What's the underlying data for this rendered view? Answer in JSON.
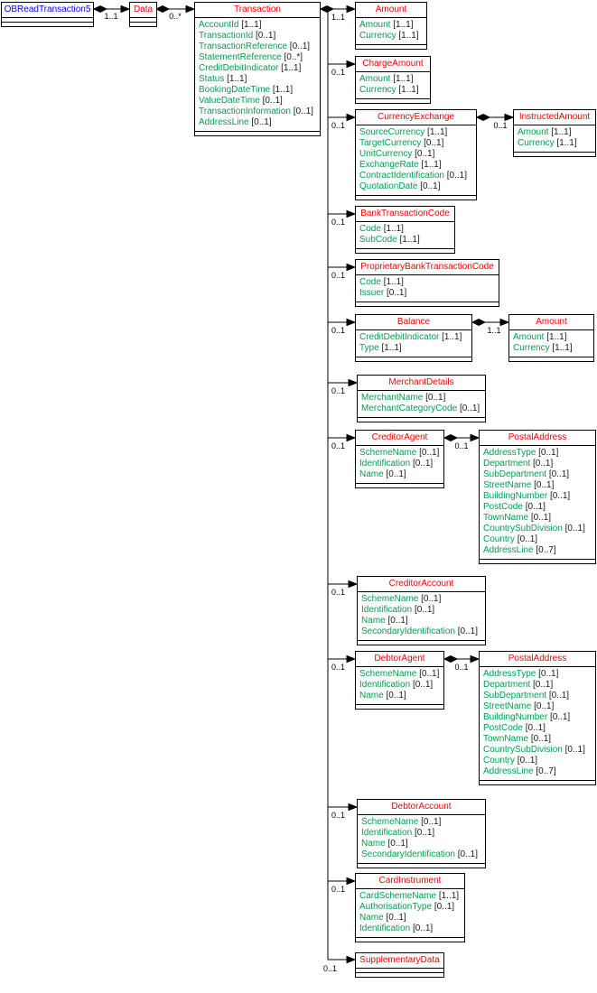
{
  "diagram": {
    "colors": {
      "class_name": "#ff0000",
      "root_class_name": "#0000ff",
      "attribute_name": "#00a050",
      "cardinality": "#000000",
      "line": "#000000",
      "background": "#ffffff"
    },
    "classes": [
      {
        "title": "OBReadTransaction5",
        "attributes": []
      },
      {
        "title": "Data",
        "attributes": []
      },
      {
        "title": "Transaction",
        "attributes": [
          {
            "name": "AccountId",
            "card": "[1..1]"
          },
          {
            "name": "TransactionId",
            "card": "[0..1]"
          },
          {
            "name": "TransactionReference",
            "card": "[0..1]"
          },
          {
            "name": "StatementReference",
            "card": "[0..*]"
          },
          {
            "name": "CreditDebitIndicator",
            "card": "[1..1]"
          },
          {
            "name": "Status",
            "card": "[1..1]"
          },
          {
            "name": "BookingDateTime",
            "card": "[1..1]"
          },
          {
            "name": "ValueDateTime",
            "card": "[0..1]"
          },
          {
            "name": "TransactionInformation",
            "card": "[0..1]"
          },
          {
            "name": "AddressLine",
            "card": "[0..1]"
          }
        ]
      },
      {
        "title": "Amount",
        "attributes": [
          {
            "name": "Amount",
            "card": "[1..1]"
          },
          {
            "name": "Currency",
            "card": "[1..1]"
          }
        ]
      },
      {
        "title": "ChargeAmount",
        "attributes": [
          {
            "name": "Amount",
            "card": "[1..1]"
          },
          {
            "name": "Currency",
            "card": "[1..1]"
          }
        ]
      },
      {
        "title": "CurrencyExchange",
        "attributes": [
          {
            "name": "SourceCurrency",
            "card": "[1..1]"
          },
          {
            "name": "TargetCurrency",
            "card": "[0..1]"
          },
          {
            "name": "UnitCurrency",
            "card": "[0..1]"
          },
          {
            "name": "ExchangeRate",
            "card": "[1..1]"
          },
          {
            "name": "ContractIdentification",
            "card": "[0..1]"
          },
          {
            "name": "QuotationDate",
            "card": "[0..1]"
          }
        ]
      },
      {
        "title": "InstructedAmount",
        "attributes": [
          {
            "name": "Amount",
            "card": "[1..1]"
          },
          {
            "name": "Currency",
            "card": "[1..1]"
          }
        ]
      },
      {
        "title": "BankTransactionCode",
        "attributes": [
          {
            "name": "Code",
            "card": "[1..1]"
          },
          {
            "name": "SubCode",
            "card": "[1..1]"
          }
        ]
      },
      {
        "title": "ProprietaryBankTransactionCode",
        "attributes": [
          {
            "name": "Code",
            "card": "[1..1]"
          },
          {
            "name": "Issuer",
            "card": "[0..1]"
          }
        ]
      },
      {
        "title": "Balance",
        "attributes": [
          {
            "name": "CreditDebitIndicator",
            "card": "[1..1]"
          },
          {
            "name": "Type",
            "card": "[1..1]"
          }
        ]
      },
      {
        "title": "Amount",
        "attributes": [
          {
            "name": "Amount",
            "card": "[1..1]"
          },
          {
            "name": "Currency",
            "card": "[1..1]"
          }
        ]
      },
      {
        "title": "MerchantDetails",
        "attributes": [
          {
            "name": "MerchantName",
            "card": "[0..1]"
          },
          {
            "name": "MerchantCategoryCode",
            "card": "[0..1]"
          }
        ]
      },
      {
        "title": "CreditorAgent",
        "attributes": [
          {
            "name": "SchemeName",
            "card": "[0..1]"
          },
          {
            "name": "Identification",
            "card": "[0..1]"
          },
          {
            "name": "Name",
            "card": "[0..1]"
          }
        ]
      },
      {
        "title": "PostalAddress",
        "attributes": [
          {
            "name": "AddressType",
            "card": "[0..1]"
          },
          {
            "name": "Department",
            "card": "[0..1]"
          },
          {
            "name": "SubDepartment",
            "card": "[0..1]"
          },
          {
            "name": "StreetName",
            "card": "[0..1]"
          },
          {
            "name": "BuildingNumber",
            "card": "[0..1]"
          },
          {
            "name": "PostCode",
            "card": "[0..1]"
          },
          {
            "name": "TownName",
            "card": "[0..1]"
          },
          {
            "name": "CountrySubDivision",
            "card": "[0..1]"
          },
          {
            "name": "Country",
            "card": "[0..1]"
          },
          {
            "name": "AddressLine",
            "card": "[0..7]"
          }
        ]
      },
      {
        "title": "CreditorAccount",
        "attributes": [
          {
            "name": "SchemeName",
            "card": "[0..1]"
          },
          {
            "name": "Identification",
            "card": "[0..1]"
          },
          {
            "name": "Name",
            "card": "[0..1]"
          },
          {
            "name": "SecondaryIdentification",
            "card": "[0..1]"
          }
        ]
      },
      {
        "title": "DebtorAgent",
        "attributes": [
          {
            "name": "SchemeName",
            "card": "[0..1]"
          },
          {
            "name": "Identification",
            "card": "[0..1]"
          },
          {
            "name": "Name",
            "card": "[0..1]"
          }
        ]
      },
      {
        "title": "PostalAddress",
        "attributes": [
          {
            "name": "AddressType",
            "card": "[0..1]"
          },
          {
            "name": "Department",
            "card": "[0..1]"
          },
          {
            "name": "SubDepartment",
            "card": "[0..1]"
          },
          {
            "name": "StreetName",
            "card": "[0..1]"
          },
          {
            "name": "BuildingNumber",
            "card": "[0..1]"
          },
          {
            "name": "PostCode",
            "card": "[0..1]"
          },
          {
            "name": "TownName",
            "card": "[0..1]"
          },
          {
            "name": "CountrySubDivision",
            "card": "[0..1]"
          },
          {
            "name": "Country",
            "card": "[0..1]"
          },
          {
            "name": "AddressLine",
            "card": "[0..7]"
          }
        ]
      },
      {
        "title": "DebtorAccount",
        "attributes": [
          {
            "name": "SchemeName",
            "card": "[0..1]"
          },
          {
            "name": "Identification",
            "card": "[0..1]"
          },
          {
            "name": "Name",
            "card": "[0..1]"
          },
          {
            "name": "SecondaryIdentification",
            "card": "[0..1]"
          }
        ]
      },
      {
        "title": "CardInstrument",
        "attributes": [
          {
            "name": "CardSchemeName",
            "card": "[1..1]"
          },
          {
            "name": "AuthorisationType",
            "card": "[0..1]"
          },
          {
            "name": "Name",
            "card": "[0..1]"
          },
          {
            "name": "Identification",
            "card": "[0..1]"
          }
        ]
      },
      {
        "title": "SupplementaryData",
        "attributes": []
      }
    ],
    "connectors": [
      {
        "from": "OBReadTransaction5",
        "to": "Data",
        "multiplicity": "1..1"
      },
      {
        "from": "Data",
        "to": "Transaction",
        "multiplicity": "0..*"
      },
      {
        "from": "Transaction",
        "to": "Amount",
        "multiplicity": "1..1"
      },
      {
        "from": "Transaction",
        "to": "ChargeAmount",
        "multiplicity": "0..1"
      },
      {
        "from": "Transaction",
        "to": "CurrencyExchange",
        "multiplicity": "0..1"
      },
      {
        "from": "CurrencyExchange",
        "to": "InstructedAmount",
        "multiplicity": "0..1"
      },
      {
        "from": "Transaction",
        "to": "BankTransactionCode",
        "multiplicity": "0..1"
      },
      {
        "from": "Transaction",
        "to": "ProprietaryBankTransactionCode",
        "multiplicity": "0..1"
      },
      {
        "from": "Transaction",
        "to": "Balance",
        "multiplicity": "0..1"
      },
      {
        "from": "Balance",
        "to": "Amount",
        "multiplicity": "1..1"
      },
      {
        "from": "Transaction",
        "to": "MerchantDetails",
        "multiplicity": "0..1"
      },
      {
        "from": "Transaction",
        "to": "CreditorAgent",
        "multiplicity": "0..1"
      },
      {
        "from": "CreditorAgent",
        "to": "PostalAddress",
        "multiplicity": "0..1"
      },
      {
        "from": "Transaction",
        "to": "CreditorAccount",
        "multiplicity": "0..1"
      },
      {
        "from": "Transaction",
        "to": "DebtorAgent",
        "multiplicity": "0..1"
      },
      {
        "from": "DebtorAgent",
        "to": "PostalAddress",
        "multiplicity": "0..1"
      },
      {
        "from": "Transaction",
        "to": "DebtorAccount",
        "multiplicity": "0..1"
      },
      {
        "from": "Transaction",
        "to": "CardInstrument",
        "multiplicity": "0..1"
      },
      {
        "from": "Transaction",
        "to": "SupplementaryData",
        "multiplicity": "0..1"
      }
    ]
  }
}
